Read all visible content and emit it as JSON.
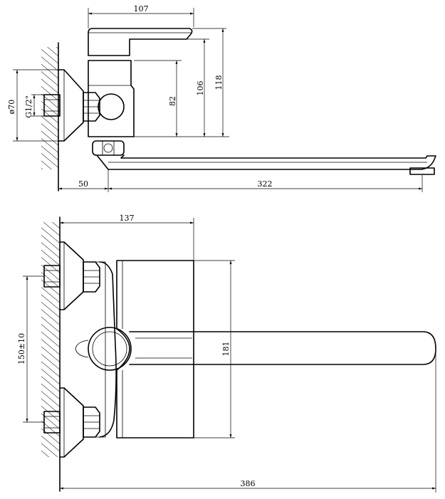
{
  "side_view": {
    "dimensions": {
      "top_width": "107",
      "height_82": "82",
      "height_106": "106",
      "height_118": "118",
      "diameter": "ø70",
      "thread": "G1/2\"",
      "offset": "50",
      "spout_length": "322"
    }
  },
  "top_view": {
    "dimensions": {
      "width": "137",
      "centers": "150±10",
      "height": "181",
      "total_length": "386"
    }
  }
}
